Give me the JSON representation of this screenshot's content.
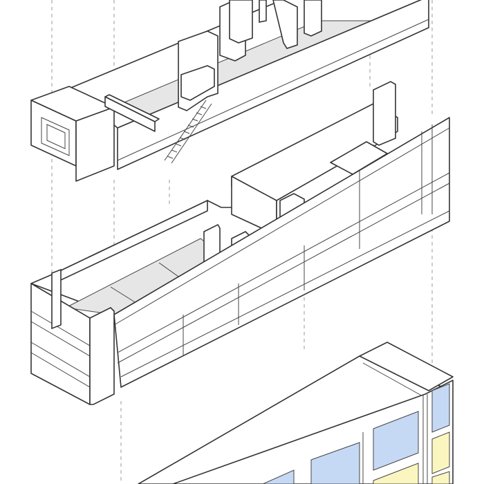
{
  "diagram": {
    "type": "exploded-axonometric-building",
    "levels": [
      "upper-floor",
      "middle-floor",
      "ground-facade"
    ],
    "colors": {
      "line": "#333333",
      "floor": "#e6e6e6",
      "glass_panel": "#c5d9f5",
      "solid_panel": "#fbf6c0",
      "guide_line": "#999999"
    }
  }
}
